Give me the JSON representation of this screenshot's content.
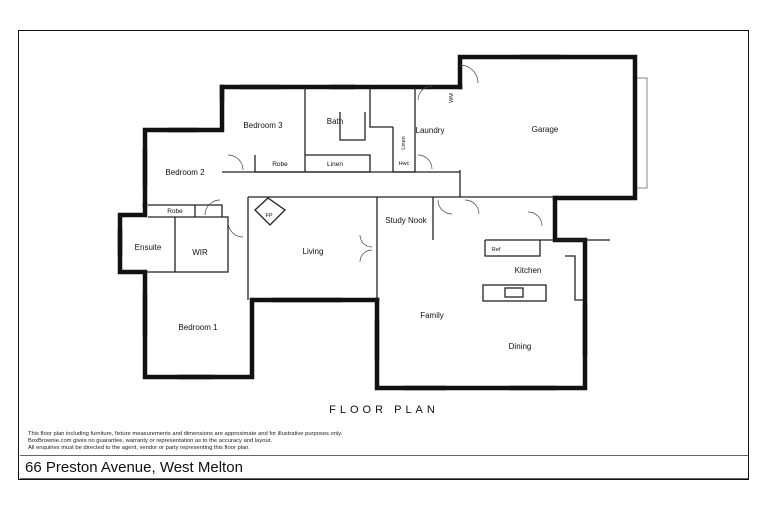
{
  "title": "FLOOR PLAN",
  "address": "66 Preston Avenue, West Melton",
  "disclaimer": [
    "This floor plan including furniture, fixture measurements and dimensions are approximate and for illustrative purposes only.",
    "BoxBrownie.com gives no guarantee, warranty or representation as to the accuracy and layout.",
    "All enquiries must be directed to the agent, vendor or party representing this floor plan."
  ],
  "rooms": {
    "bedroom3": "Bedroom 3",
    "bath": "Bath",
    "laundry": "Laundry",
    "garage": "Garage",
    "bedroom2": "Bedroom 2",
    "robe1": "Robe",
    "robe2": "Robe",
    "linen1": "Linen",
    "linen2": "Linen",
    "hwc": "Hwc",
    "wm": "WM",
    "ensuite": "Ensuite",
    "wir": "WIR",
    "fp": "FP",
    "living": "Living",
    "study": "Study Nook",
    "ref": "Ref",
    "kitchen": "Kitchen",
    "bedroom1": "Bedroom 1",
    "family": "Family",
    "dining": "Dining"
  }
}
